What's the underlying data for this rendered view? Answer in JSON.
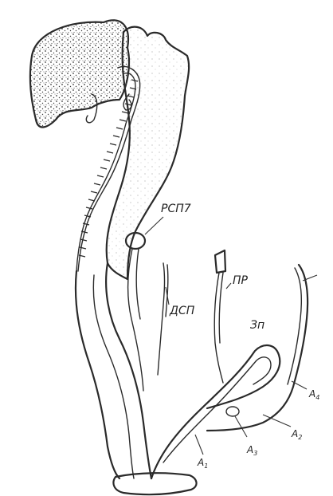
{
  "labels": {
    "rsp": "РСП7",
    "dsp": "ДСП",
    "pr": "ПР",
    "zn": "Зп",
    "a1": "A",
    "a1_sub": "1",
    "a2": "A",
    "a2_sub": "2",
    "a3": "A",
    "a3_sub": "3",
    "a4": "A",
    "a4_sub": "4"
  }
}
